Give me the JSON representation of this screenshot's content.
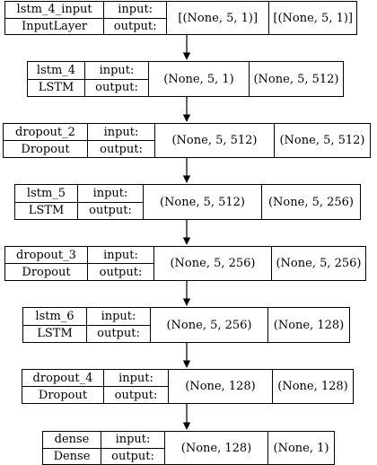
{
  "nodes": [
    {
      "name": "lstm_4_input",
      "type": "InputLayer",
      "input_label": "input:",
      "output_label": "output:",
      "input_shape": "[(None, 5, 1)]",
      "output_shape": "[(None, 5, 1)]"
    },
    {
      "name": "lstm_4",
      "type": "LSTM",
      "input_label": "input:",
      "output_label": "output:",
      "input_shape": "(None, 5, 1)",
      "output_shape": "(None, 5, 512)"
    },
    {
      "name": "dropout_2",
      "type": "Dropout",
      "input_label": "input:",
      "output_label": "output:",
      "input_shape": "(None, 5, 512)",
      "output_shape": "(None, 5, 512)"
    },
    {
      "name": "lstm_5",
      "type": "LSTM",
      "input_label": "input:",
      "output_label": "output:",
      "input_shape": "(None, 5, 512)",
      "output_shape": "(None, 5, 256)"
    },
    {
      "name": "dropout_3",
      "type": "Dropout",
      "input_label": "input:",
      "output_label": "output:",
      "input_shape": "(None, 5, 256)",
      "output_shape": "(None, 5, 256)"
    },
    {
      "name": "lstm_6",
      "type": "LSTM",
      "input_label": "input:",
      "output_label": "output:",
      "input_shape": "(None, 5, 256)",
      "output_shape": "(None, 128)"
    },
    {
      "name": "dropout_4",
      "type": "Dropout",
      "input_label": "input:",
      "output_label": "output:",
      "input_shape": "(None, 128)",
      "output_shape": "(None, 128)"
    },
    {
      "name": "dense",
      "type": "Dense",
      "input_label": "input:",
      "output_label": "output:",
      "input_shape": "(None, 128)",
      "output_shape": "(None, 1)"
    }
  ]
}
